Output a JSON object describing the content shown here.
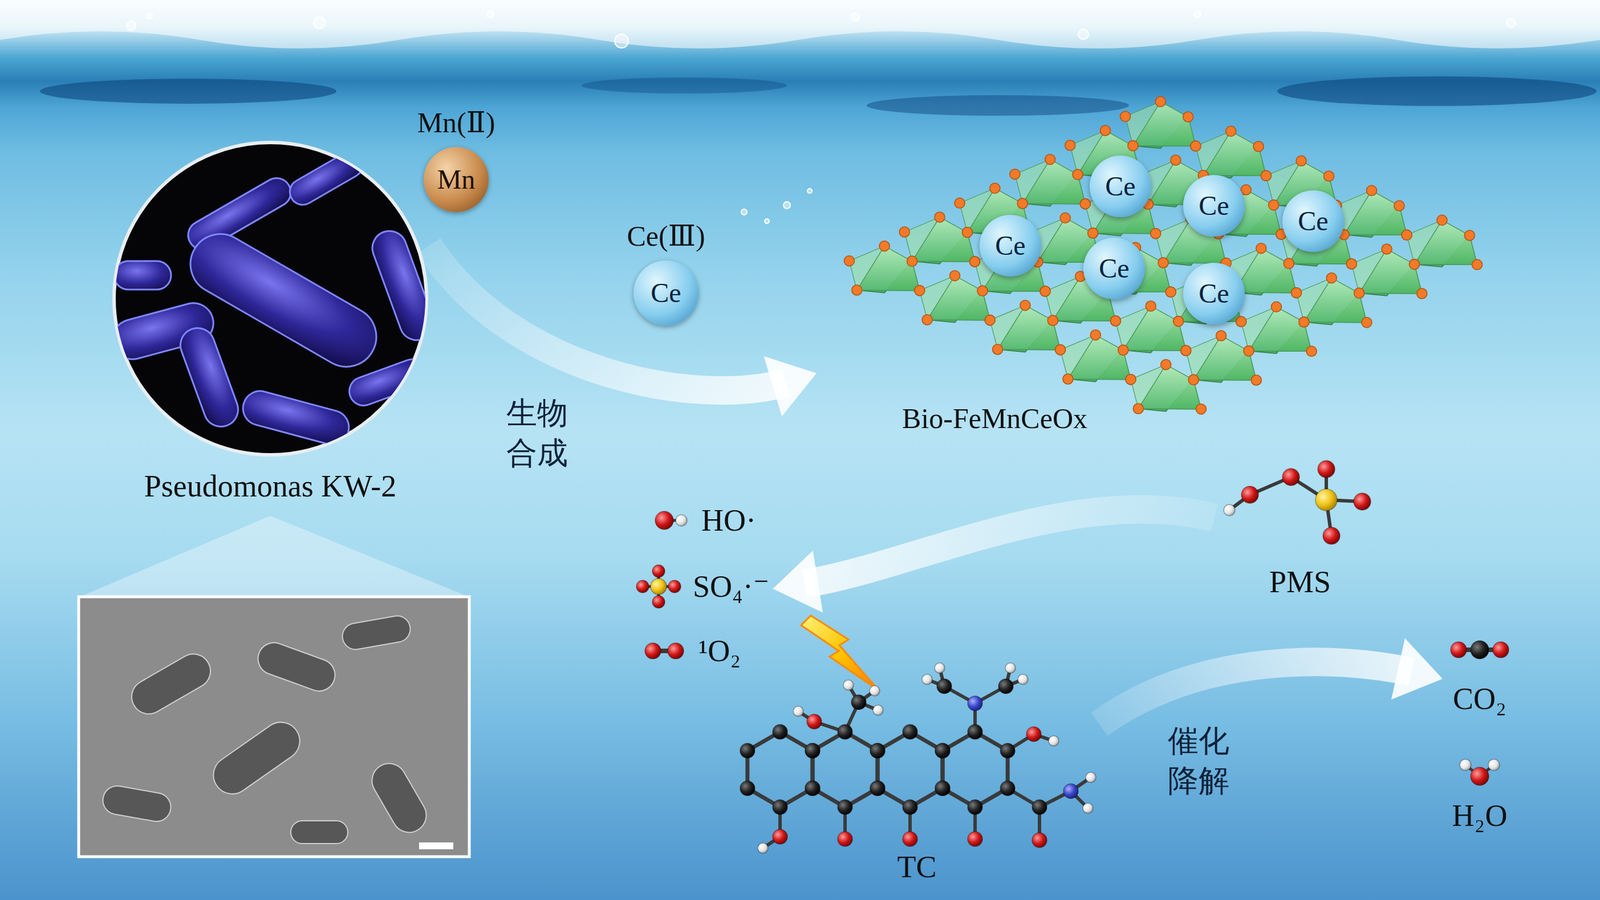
{
  "diagram": {
    "nodes": [
      {
        "text": [
          "Pseudomonas KW-2"
        ]
      },
      {
        "text": [
          "Mn(Ⅱ)",
          "Mn"
        ]
      },
      {
        "text": [
          "Ce(Ⅲ)",
          "Ce"
        ]
      },
      {
        "text": [
          "Bio-FeMnCeOx"
        ]
      },
      {
        "text": [
          "Ce"
        ],
        "in": 3
      },
      {
        "text": [
          "Ce"
        ],
        "in": 3
      },
      {
        "text": [
          "Ce"
        ],
        "in": 3
      },
      {
        "text": [
          "Ce"
        ],
        "in": 3
      },
      {
        "text": [
          "Ce"
        ],
        "in": 3
      },
      {
        "text": [
          "Ce"
        ],
        "in": 3
      },
      {
        "text": [
          "HO·"
        ]
      },
      {
        "text": [
          "SO₄·⁻"
        ]
      },
      {
        "text": [
          "¹O₂"
        ]
      },
      {
        "text": [
          "PMS"
        ]
      },
      {
        "text": [
          "TC"
        ]
      },
      {
        "text": [
          "CO₂"
        ]
      },
      {
        "text": [
          "H₂O"
        ]
      }
    ],
    "edges": [
      {
        "from": 0,
        "to": 3,
        "arrow": "to",
        "label": "生物 合成"
      },
      {
        "from": 13,
        "to": 11,
        "arrow": "to"
      },
      {
        "from": 14,
        "to": 15,
        "arrow": "to",
        "label": "催化 降解"
      }
    ]
  }
}
